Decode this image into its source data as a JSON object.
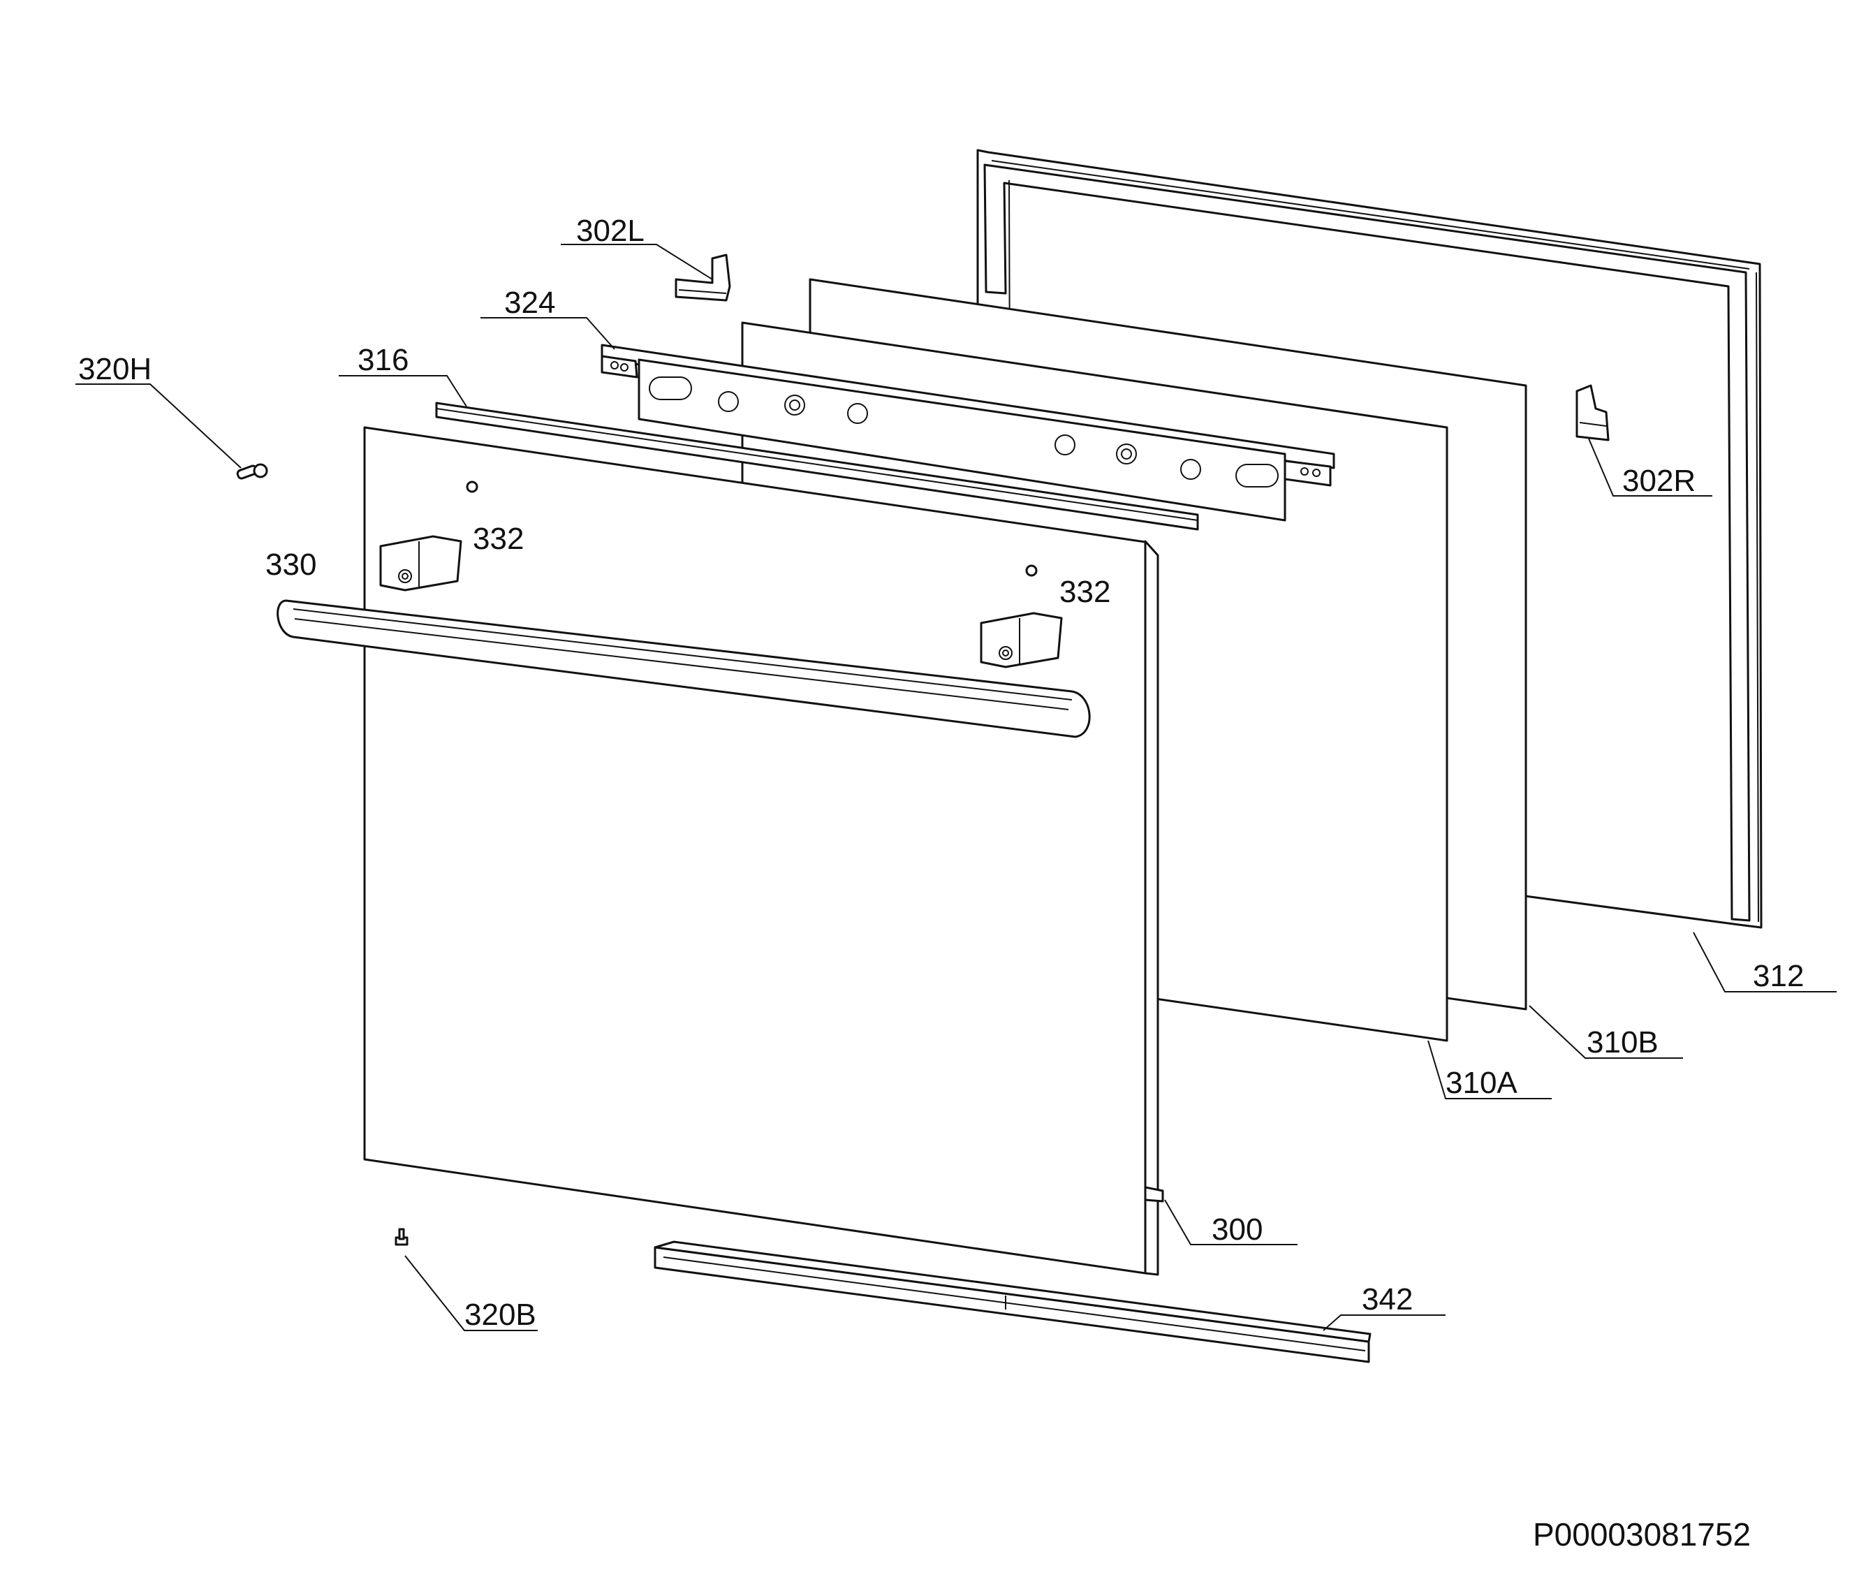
{
  "labels": {
    "l302L": "302L",
    "l324": "324",
    "l316": "316",
    "l320H": "320H",
    "l332a": "332",
    "l332b": "332",
    "l330": "330",
    "l302R": "302R",
    "l312": "312",
    "l310B": "310B",
    "l310A": "310A",
    "l300": "300",
    "l342": "342",
    "l320B": "320B"
  },
  "drawing_number": "P00003081752"
}
